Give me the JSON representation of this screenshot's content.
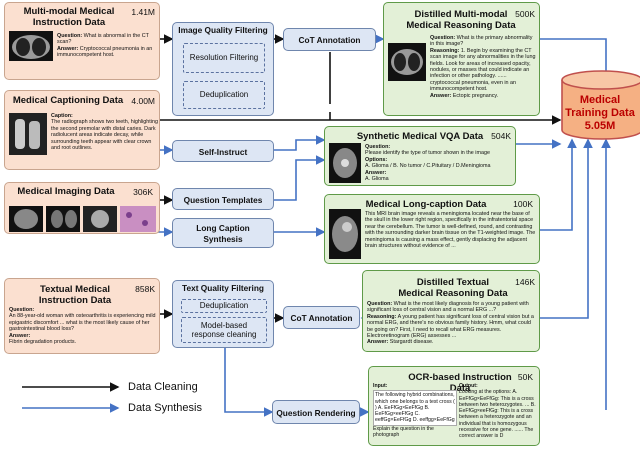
{
  "labels": {
    "question": "Question:",
    "answer": "Answer:",
    "caption": "Caption:",
    "reasoning": "Reasoning:",
    "options": "Options:"
  },
  "sources": [
    {
      "title": "Multi-modal Medical Instruction Data",
      "count": "1.41M",
      "question": "What is abnormal in the CT scan?",
      "answer": "Cryptococcal pneumonia in an immunocompetent host."
    },
    {
      "title": "Medical Captioning Data",
      "count": "4.00M",
      "caption": "The radiograph shows two teeth, highlighting the second premolar with distal caries. Dark radiolucent areas indicate decay, while surrounding teeth appear with clear crown and root outlines."
    },
    {
      "title": "Medical Imaging Data",
      "count": "306K"
    },
    {
      "title": "Textual Medical Instruction Data",
      "count": "858K",
      "question": "An 88-year-old woman with osteoarthritis is experiencing mild epigastric discomfort ... what is the most likely cause of her gastrointestinal blood loss?",
      "answer": "Fibrin degradation products."
    }
  ],
  "processes": {
    "image_quality_filtering": "Image Quality Filtering",
    "resolution_filtering": "Resolution Filtering",
    "deduplication_1": "Deduplication",
    "cot_annotation_1": "CoT Annotation",
    "self_instruct": "Self-Instruct",
    "question_templates": "Question Templates",
    "long_caption_1": "Long Caption",
    "long_caption_2": "Synthesis",
    "text_quality_filtering": "Text Quality Filtering",
    "deduplication_2": "Deduplication",
    "model_based_1": "Model-based",
    "model_based_2": "response cleaning",
    "cot_annotation_2": "CoT Annotation",
    "question_rendering": "Question Rendering"
  },
  "outputs": [
    {
      "title_1": "Distilled Multi-modal",
      "title_2": "Medical Reasoning Data",
      "count": "500K",
      "question": "What is the primary abnormality in this image?",
      "reasoning": "1. Begin by examining the CT scan image for any abnormalities in the lung fields. Look for areas of increased opacity, nodules, or masses that could indicate an infection or other pathology. ...... cryptococcal pneumonia, even in an immunocompetent host.",
      "answer": "Ectopic pregnancy."
    },
    {
      "title": "Synthetic Medical VQA Data",
      "count": "504K",
      "question": "Please identify the type of tumor shown in the image",
      "options": "A. Glioma / B. No tumor / C.Pituitary / D.Meningioma",
      "answer": "A. Glioma"
    },
    {
      "title": "Medical Long-caption Data",
      "count": "100K",
      "caption": "This MRI brain image reveals a meningioma located near the base of the skull in the lower right region, specifically in the infratentorial space near the cerebellum. The tumor is well-defined, round, and contrasting with the surrounding darker brain tissue on the T1-weighted image. The meningioma is causing a mass effect, gently displacing the adjacent brain structures without evidence of ..."
    },
    {
      "title_1": "Distilled Textual",
      "title_2": "Medical Reasoning Data",
      "count": "146K",
      "question": "What is the most likely diagnosis for a young patient with significant loss of central vision and a normal ERG ...?",
      "reasoning": "A young patient has significant loss of central vision but a normal ERG, and there's no obvious family history. Hmm, what could be going on? First, I need to recall what ERG measures. Electroretinogram (ERG) assesses ...",
      "answer": "Stargardt disease."
    },
    {
      "title": "OCR-based Instruction Data",
      "count": "50K",
      "input_label": "Input:",
      "input_text": "The following hybrid combinations, which one belongs to a test cross ( ) A. EeFfGg×EeFfGg B. EeFfGg×eeFfGg C. eeffGg×EeFfGg D. eeffgg×EeFfGg",
      "input_note": "Explain the question in the photograph",
      "output_label": "Output:",
      "output_text": "Looking at the options: A. EeFfGg×EeFfGg: This is a cross between two heterozygotes. ... B. EeFfGg×eeFfGg: This is a cross between a heterozygote and an individual that is homozygous recessive for one gene. ...... The correct answer is D"
    }
  ],
  "training": {
    "title_1": "Medical",
    "title_2": "Training Data",
    "count": "5.05M"
  },
  "legend": {
    "cleaning": "Data Cleaning",
    "synthesis": "Data Synthesis"
  },
  "colors": {
    "source_fill": "#fbe0d0",
    "output_fill": "#e3f0d7",
    "process_fill": "#dde6f4",
    "synthesis_arrow": "#4472c4",
    "cleaning_arrow": "#111111",
    "training_fill": "#f5b083",
    "training_text": "#bb0000"
  }
}
